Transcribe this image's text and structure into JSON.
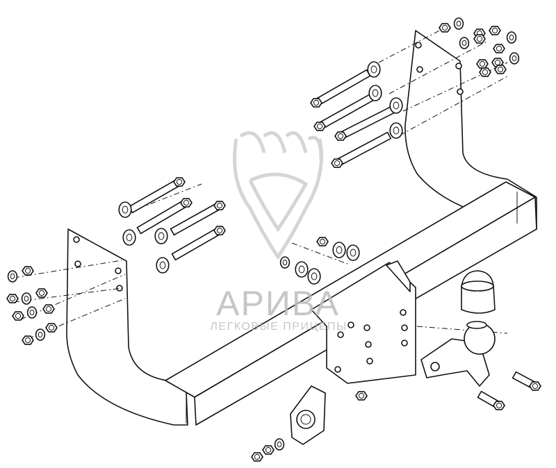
{
  "diagram": {
    "title": "Tow bar exploded assembly view",
    "parts": [
      "crossbar",
      "left-bracket",
      "right-bracket",
      "bolts",
      "washers",
      "nuts",
      "tow-ball",
      "ball-cover",
      "hitch-arm",
      "socket-plate"
    ]
  },
  "watermark": {
    "brand": "АРИВА",
    "tagline": "ЛЕГКОВЫЕ ПРИЦЕПЫ"
  },
  "colors": {
    "line": "#111111",
    "watermark": "#bdbdbd"
  }
}
